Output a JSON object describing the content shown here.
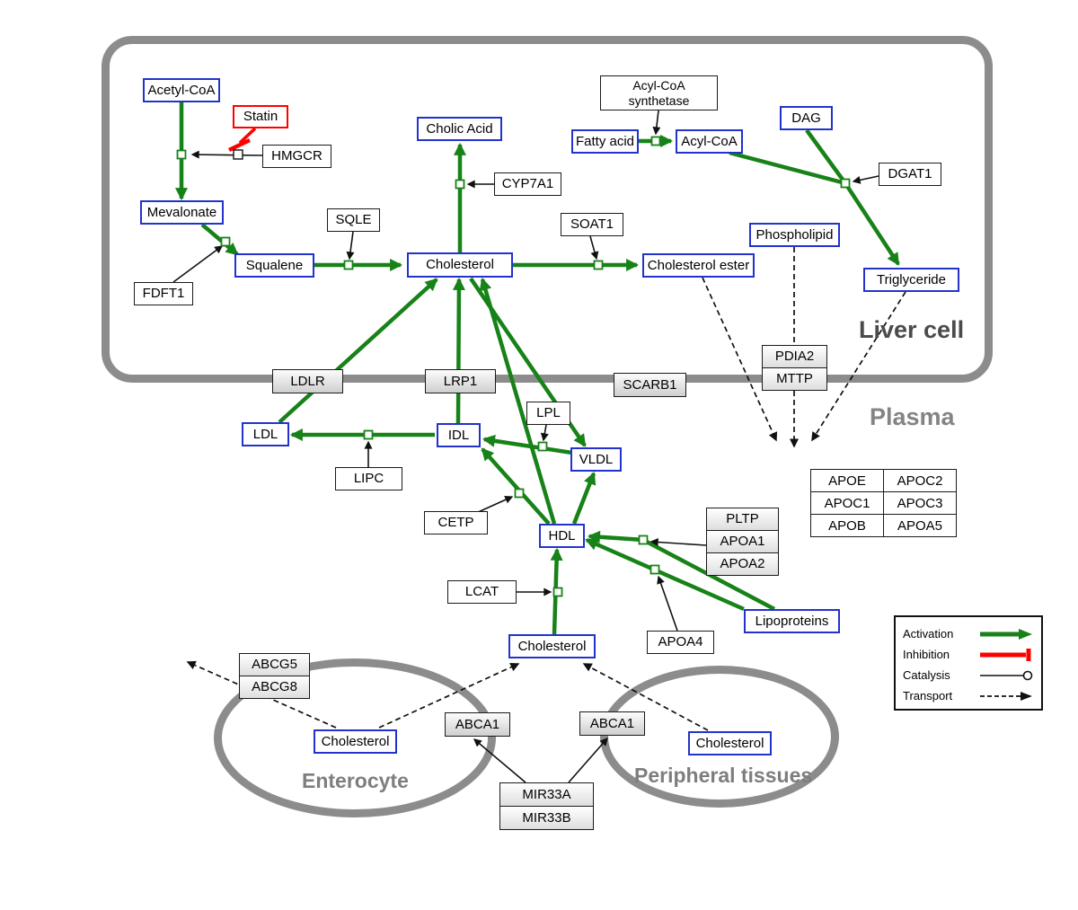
{
  "colors": {
    "activation_green": "#178217",
    "inhibition_red": "#ff0000",
    "metabolite_blue_border": "#2233cc",
    "membrane_gray": "#8c8c8c"
  },
  "regions": {
    "liver_cell": "Liver cell",
    "plasma": "Plasma",
    "enterocyte": "Enterocyte",
    "peripheral_tissues": "Peripheral tissues"
  },
  "nodes": {
    "acetyl_coa": "Acetyl-CoA",
    "statin": "Statin",
    "hmgcr": "HMGCR",
    "mevalonate": "Mevalonate",
    "fdft1": "FDFT1",
    "squalene": "Squalene",
    "sqle": "SQLE",
    "cholic_acid": "Cholic Acid",
    "cyp7a1": "CYP7A1",
    "cholesterol_liver": "Cholesterol",
    "soat1": "SOAT1",
    "cholesterol_ester": "Cholesterol ester",
    "acyl_coa_synthetase": "Acyl-CoA synthetase",
    "fatty_acid": "Fatty acid",
    "acyl_coa": "Acyl-CoA",
    "dag": "DAG",
    "dgat1": "DGAT1",
    "phospholipid": "Phospholipid",
    "triglyceride": "Triglyceride",
    "ldlr": "LDLR",
    "lrp1": "LRP1",
    "scarb1": "SCARB1",
    "pdia2": "PDIA2",
    "mttp": "MTTP",
    "ldl": "LDL",
    "idl": "IDL",
    "lpl": "LPL",
    "vldl": "VLDL",
    "lipc": "LIPC",
    "cetp": "CETP",
    "hdl": "HDL",
    "pltp": "PLTP",
    "apoa1": "APOA1",
    "apoa2": "APOA2",
    "lcat": "LCAT",
    "apoa4": "APOA4",
    "lipoproteins": "Lipoproteins",
    "cholesterol_plasma": "Cholesterol",
    "abcg5": "ABCG5",
    "abcg8": "ABCG8",
    "cholesterol_enterocyte": "Cholesterol",
    "abca1_enterocyte": "ABCA1",
    "abca1_peripheral": "ABCA1",
    "cholesterol_peripheral": "Cholesterol",
    "mir33a": "MIR33A",
    "mir33b": "MIR33B"
  },
  "apo_table": {
    "rows": [
      [
        "APOE",
        "APOC2"
      ],
      [
        "APOC1",
        "APOC3"
      ],
      [
        "APOB",
        "APOA5"
      ]
    ]
  },
  "legend": {
    "activation": "Activation",
    "inhibition": "Inhibition",
    "catalysis": "Catalysis",
    "transport": "Transport"
  }
}
